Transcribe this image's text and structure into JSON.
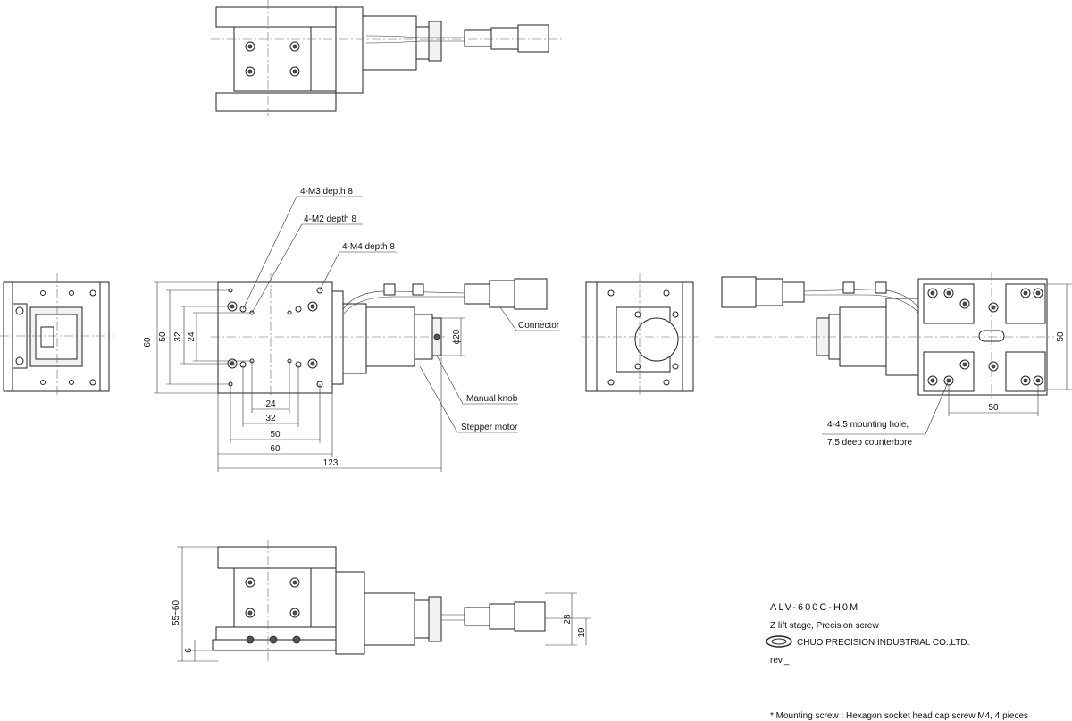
{
  "callouts": {
    "m3": "4-M3 depth 8",
    "m2": "4-M2 depth 8",
    "m4": "4-M4 depth 8",
    "connector": "Connector",
    "manual_knob": "Manual knob",
    "stepper_motor": "Stepper motor",
    "mount_line1": "4-4.5 mounting hole,",
    "mount_line2": "7.5 deep counterbore"
  },
  "dimensions": {
    "top_60": "60",
    "top_50": "50",
    "top_32": "32",
    "top_24": "24",
    "bottom_24": "24",
    "bottom_32": "32",
    "bottom_50": "50",
    "bottom_60": "60",
    "overall_123": "123",
    "phi_20": "ϕ20",
    "right_50": "50",
    "base_50": "50",
    "height_range": "55~60",
    "base_6": "6",
    "motor_28": "28",
    "motor_19": "19"
  },
  "title_block": {
    "model": "ALV-600C-H0M",
    "description": "Z lift stage, Precision screw",
    "company": "CHUO PRECISION INDUSTRIAL CO.,LTD.",
    "revision": "rev._"
  },
  "footnote": "* Mounting screw : Hexagon socket head cap screw M4, 4 pieces"
}
